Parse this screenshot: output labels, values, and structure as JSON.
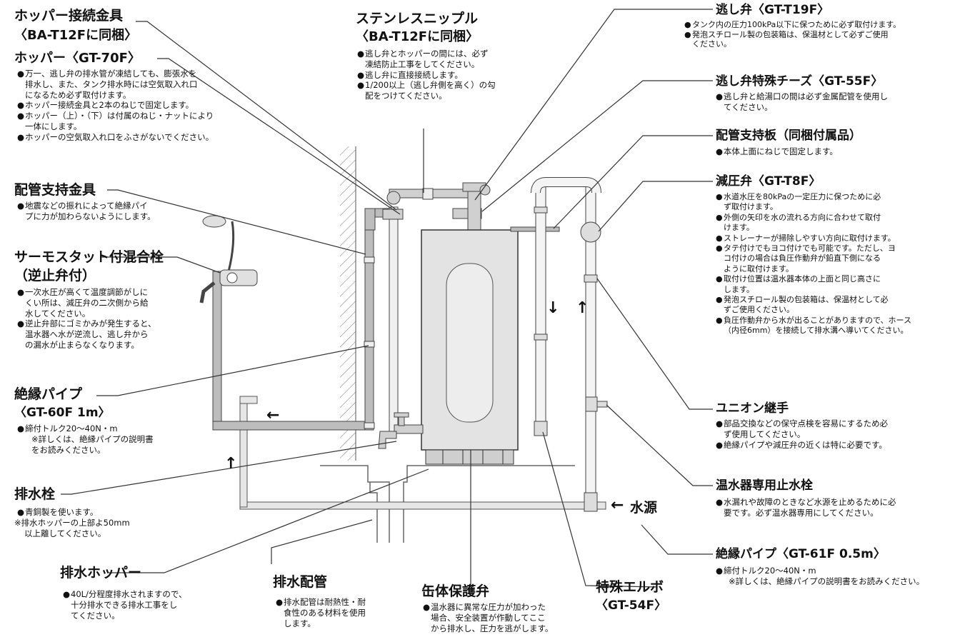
{
  "labels": {
    "hopper_fitting": {
      "title": [
        "ホッパー接続金具",
        "〈BA-T12Fに同梱〉"
      ]
    },
    "hopper": {
      "title": "ホッパー〈GT-70F〉",
      "notes": [
        [
          "万一、逃し弁の排水管が凍結しても、膨張水を",
          "排水し、また、タンク排水時には空気取入れ口",
          "になるため必ず取付けます。"
        ],
        [
          "ホッパー接続金具と2本のねじで固定します。"
        ],
        [
          "ホッパー（上）・（下）は付属のねじ・ナットにより",
          "一体にします。"
        ],
        [
          "ホッパーの空気取入れ口をふさがないでください。"
        ]
      ]
    },
    "pipe_support_fitting": {
      "title": "配管支持金具",
      "notes": [
        [
          "地震などの振れによって絶縁パイ",
          "プに力が加わらないようにします。"
        ]
      ]
    },
    "thermostat_mixer": {
      "title": [
        "サーモスタット付混合栓",
        "（逆止弁付）"
      ],
      "notes": [
        [
          "一次水圧が高くて温度調節がしに",
          "くい所は、減圧弁の二次側から給",
          "水してください。"
        ],
        [
          "逆止弁部にゴミかみが発生すると、",
          "温水器へ水が逆流し、逃し弁から",
          "の漏水が止まらなくなります。"
        ]
      ]
    },
    "insulated_pipe_1m": {
      "title": [
        "絶縁パイプ",
        "〈GT-60F  1m〉"
      ],
      "notes": [
        [
          "締付トルク20～40N・m"
        ]
      ],
      "ref": [
        "※詳しくは、絶縁パイプの説明書",
        "をお読みください。"
      ]
    },
    "drain_valve": {
      "title": "排水栓",
      "notes": [
        [
          "青銅製を使います。"
        ]
      ],
      "ref": [
        "※排水ホッパーの上部よ50mm",
        "以上離してください。"
      ]
    },
    "drain_hopper": {
      "title": "排水ホッパー",
      "notes": [
        [
          "40L/分程度排水されますので、",
          "十分排水できる排水工事をし",
          "てください。"
        ]
      ]
    },
    "drain_pipe": {
      "title": "排水配管",
      "notes": [
        [
          "排水配管は耐熱性・耐",
          "食性のある材料を使用",
          "します。"
        ]
      ]
    },
    "stainless_nipple": {
      "title": [
        "ステンレスニップル",
        "〈BA-T12Fに同梱〉"
      ],
      "notes": [
        [
          "逃し弁とホッパーの間には、必ず",
          "凍結防止工事をしてください。"
        ],
        [
          "逃し弁に直接接続します。"
        ],
        [
          "1/200以上（逃し弁側を高く）の勾",
          "配をつけてください。"
        ]
      ]
    },
    "can_protection_valve": {
      "title": "缶体保護弁",
      "notes": [
        [
          "温水器に異常な圧力が加わった",
          "場合、安全装置が作動してここ",
          "から排水し、圧力を逃がします。"
        ]
      ]
    },
    "special_elbow": {
      "title": [
        "特殊エルボ",
        "〈GT-54F〉"
      ]
    },
    "relief_valve": {
      "title": "逃し弁〈GT-T19F〉",
      "notes": [
        [
          "タンク内の圧力100kPa以下に保つために必ず取付けます。"
        ],
        [
          "発泡スチロール製の包装箱は、保温材として必ずご使用",
          "ください。"
        ]
      ]
    },
    "relief_tee": {
      "title": "逃し弁特殊チーズ〈GT-55F〉",
      "notes": [
        [
          "逃し弁と給湯口の間は必ず金属配管を使用し",
          "てください。"
        ]
      ]
    },
    "support_plate": {
      "title": "配管支持板（同梱付属品）",
      "notes": [
        [
          "本体上面にねじで固定します。"
        ]
      ]
    },
    "pressure_reducing_valve": {
      "title": "減圧弁〈GT-T8F〉",
      "notes": [
        [
          "水道水圧を80kPaの一定圧力に保つために必",
          "ず取付けます。"
        ],
        [
          "外側の矢印を水の流れる方向に合わせて取付",
          "けます。"
        ],
        [
          "ストレーナーが掃除しやすい方向に取付けます。"
        ],
        [
          "タテ付けでもヨコ付けでも可能です。ただし、ヨ",
          "コ付けの場合は負圧作動弁が鉛直下側になる",
          "ように取付けます。"
        ],
        [
          "取付け位置は温水器本体の上面と同じ高さに",
          "します。"
        ],
        [
          "発泡スチロール製の包装箱は、保温材として必",
          "ずご使用ください。"
        ],
        [
          "負圧作動弁から水が出ることがありますので、ホース",
          "（内径6mm）を接続して排水溝へ導いてください。"
        ]
      ]
    },
    "union_joint": {
      "title": "ユニオン継手",
      "notes": [
        [
          "部品交換などの保守点検を容易にするため必",
          "ず使用してください。"
        ],
        [
          "絶縁パイプや減圧弁の近くは特に必要です。"
        ]
      ]
    },
    "stop_valve": {
      "title": "温水器専用止水栓",
      "notes": [
        [
          "水漏れや故障のときなど水源を止めるために必",
          "要です。必ず温水器専用にしてください。"
        ]
      ]
    },
    "insulated_pipe_05m": {
      "title": "絶縁パイプ〈GT-61F  0.5m〉",
      "notes": [
        [
          "締付トルク20～40N・m"
        ]
      ],
      "ref": [
        "※詳しくは、絶縁パイプの説明書をお読みください。"
      ]
    },
    "water_source": {
      "title": "水源"
    }
  },
  "symbols": {
    "bullet": "●",
    "arrow_left": "←",
    "arrow_up": "↑",
    "arrow_down": "↓"
  },
  "colors": {
    "pipe_fill": "#d0d0d0",
    "pipe_stroke": "#444444",
    "heater_body": "#e3e3e3",
    "window": "#ededed",
    "leader": "#333333"
  }
}
